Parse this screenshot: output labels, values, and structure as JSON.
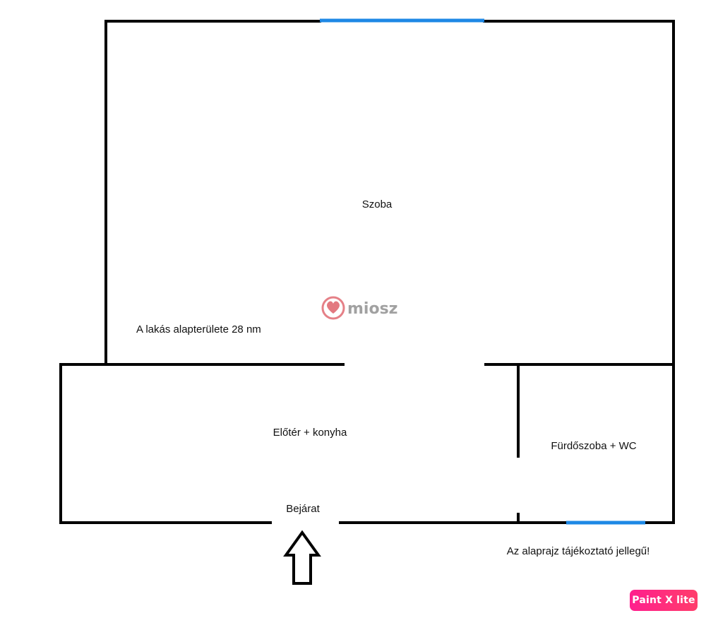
{
  "rooms": {
    "main_room": "Szoba",
    "hall_kitchen": "Előtér + konyha",
    "bathroom": "Fürdőszoba + WC"
  },
  "labels": {
    "area_note": "A lakás alapterülete 28 nm",
    "entrance": "Bejárat",
    "disclaimer": "Az alaprajz tájékoztató jellegű!"
  },
  "watermark": {
    "text": "miosz"
  },
  "badge": {
    "text": "Paint X lite"
  },
  "colors": {
    "wall": "#000000",
    "window": "#1e88e5",
    "watermark": "#e06a72",
    "badge_start": "#ff1f8e",
    "badge_end": "#ff3d6b"
  }
}
